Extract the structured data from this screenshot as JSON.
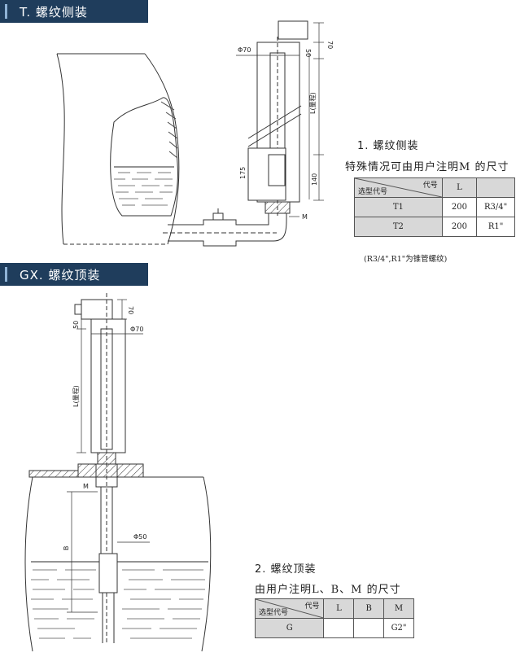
{
  "top_section": {
    "banner": "T. 螺纹侧装",
    "heading": "1. 螺纹侧装",
    "subline": "特殊情况可由用户注明M 的尺寸",
    "table": {
      "corner_top": "代号",
      "corner_bottom": "选型代号",
      "columns": [
        "L",
        ""
      ],
      "rows": [
        {
          "code": "T1",
          "L": "200",
          "M": "R3/4\""
        },
        {
          "code": "T2",
          "L": "200",
          "M": "R1\""
        }
      ]
    },
    "note": "(R3/4\",R1\"为锥管螺纹)",
    "dims": {
      "phi": "Φ70",
      "d70": "70",
      "d50": "50",
      "L": "L(量程)",
      "d175": "175",
      "d140": "140",
      "M": "M"
    }
  },
  "bottom_section": {
    "banner": "GX. 螺纹顶装",
    "heading": "2. 螺纹顶装",
    "subline": "由用户注明L、B、M 的尺寸",
    "table": {
      "corner_top": "代号",
      "corner_bottom": "选型代号",
      "columns": [
        "L",
        "B",
        "M"
      ],
      "rows": [
        {
          "code": "G",
          "L": "",
          "B": "",
          "M": "G2\""
        }
      ]
    },
    "dims": {
      "d70": "70",
      "d50": "50",
      "phi70": "Φ70",
      "L": "L(量程)",
      "M": "M",
      "B": "B",
      "phi50": "Φ50"
    }
  },
  "colors": {
    "banner": "#1f3d5c",
    "table_shade": "#d8d8d8"
  }
}
